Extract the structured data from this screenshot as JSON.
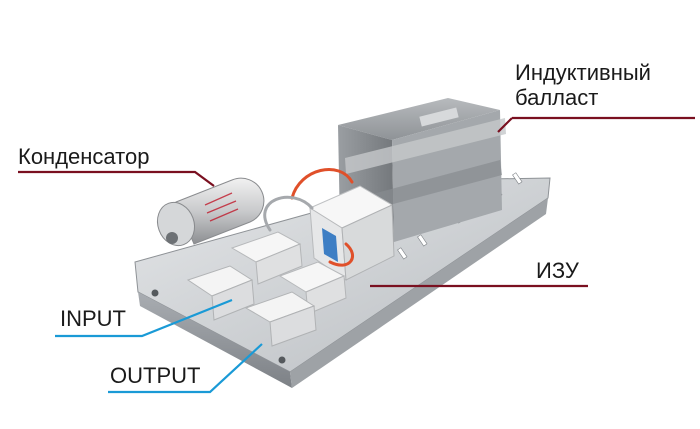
{
  "labels": {
    "ballast_line1": "Индуктивный",
    "ballast_line2": "балласт",
    "capacitor": "Конденсатор",
    "igniter": "ИЗУ",
    "input": "INPUT",
    "output": "OUTPUT"
  },
  "colors": {
    "leader_dark": "#7a1020",
    "leader_blue": "#1a9ad6"
  }
}
